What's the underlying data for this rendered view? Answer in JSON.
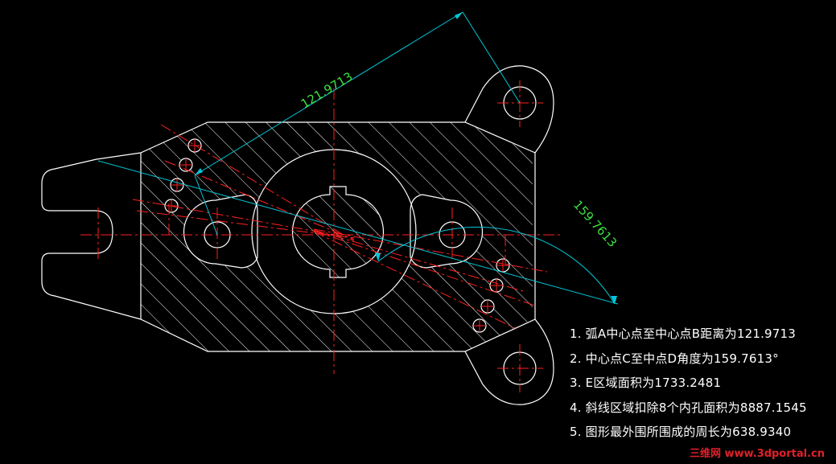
{
  "dimensions": {
    "linear": "121.9713",
    "angular": "159.7613"
  },
  "notes": [
    "1. 弧A中心点至中心点B距离为121.9713",
    "2. 中心点C至中点D角度为159.7613°",
    "3. E区域面积为1733.2481",
    "4. 斜线区域扣除8个内孔面积为8887.1545",
    "5. 图形最外围所围成的周长为638.9340"
  ],
  "watermark": {
    "brand": "三维网",
    "url": "www.3dportal.cn"
  },
  "colors": {
    "background": "#000000",
    "outline": "#ffffff",
    "dimension": "#00c8d8",
    "dimension_text": "#3ce040",
    "centerline": "#ff2020"
  }
}
